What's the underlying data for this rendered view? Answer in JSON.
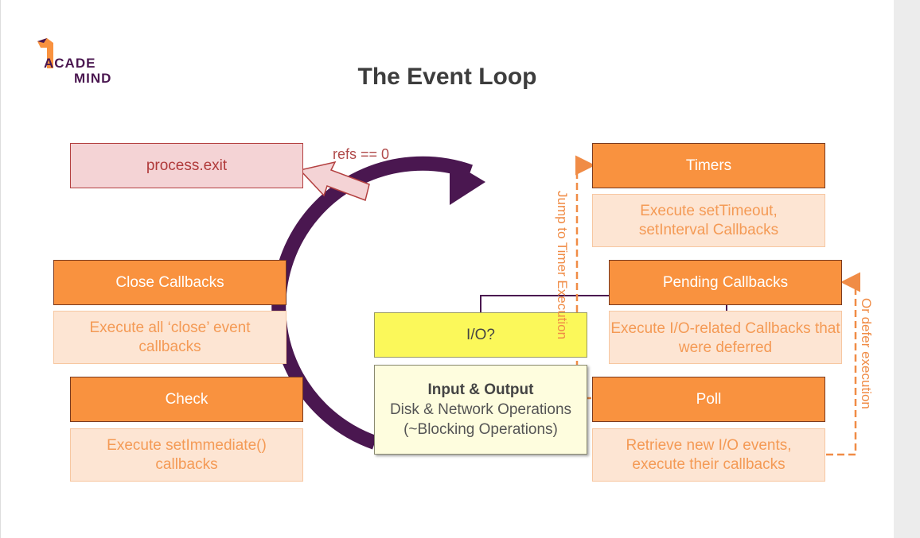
{
  "logo": {
    "line1": "ACADE",
    "line2": "MIND"
  },
  "title": "The Event Loop",
  "exit": {
    "label": "process.exit",
    "condition": "refs == 0"
  },
  "phases": {
    "timers": {
      "label": "Timers",
      "description": "Execute setTimeout, setInterval Callbacks"
    },
    "pending": {
      "label": "Pending Callbacks",
      "description_prefix": "Execute ",
      "description_highlight": "I/O",
      "description_suffix": "-related Callbacks that were deferred"
    },
    "poll": {
      "label": "Poll",
      "description": "Retrieve new I/O events, execute their callbacks"
    },
    "check": {
      "label": "Check",
      "description": "Execute setImmediate() callbacks"
    },
    "close": {
      "label": "Close Callbacks",
      "description": "Execute all ‘close’ event callbacks"
    }
  },
  "io": {
    "label": "I/O?",
    "info_title": "Input & Output",
    "info_text": "Disk & Network Operations (~Blocking Operations)"
  },
  "side_labels": {
    "jump": "Jump to Timer Execution",
    "defer": "Or defer execution"
  },
  "colors": {
    "phase": "#f9923f",
    "description": "#fde5d3",
    "loop": "#4a1750",
    "exit": "#f4d3d5",
    "io": "#fbf85a"
  }
}
